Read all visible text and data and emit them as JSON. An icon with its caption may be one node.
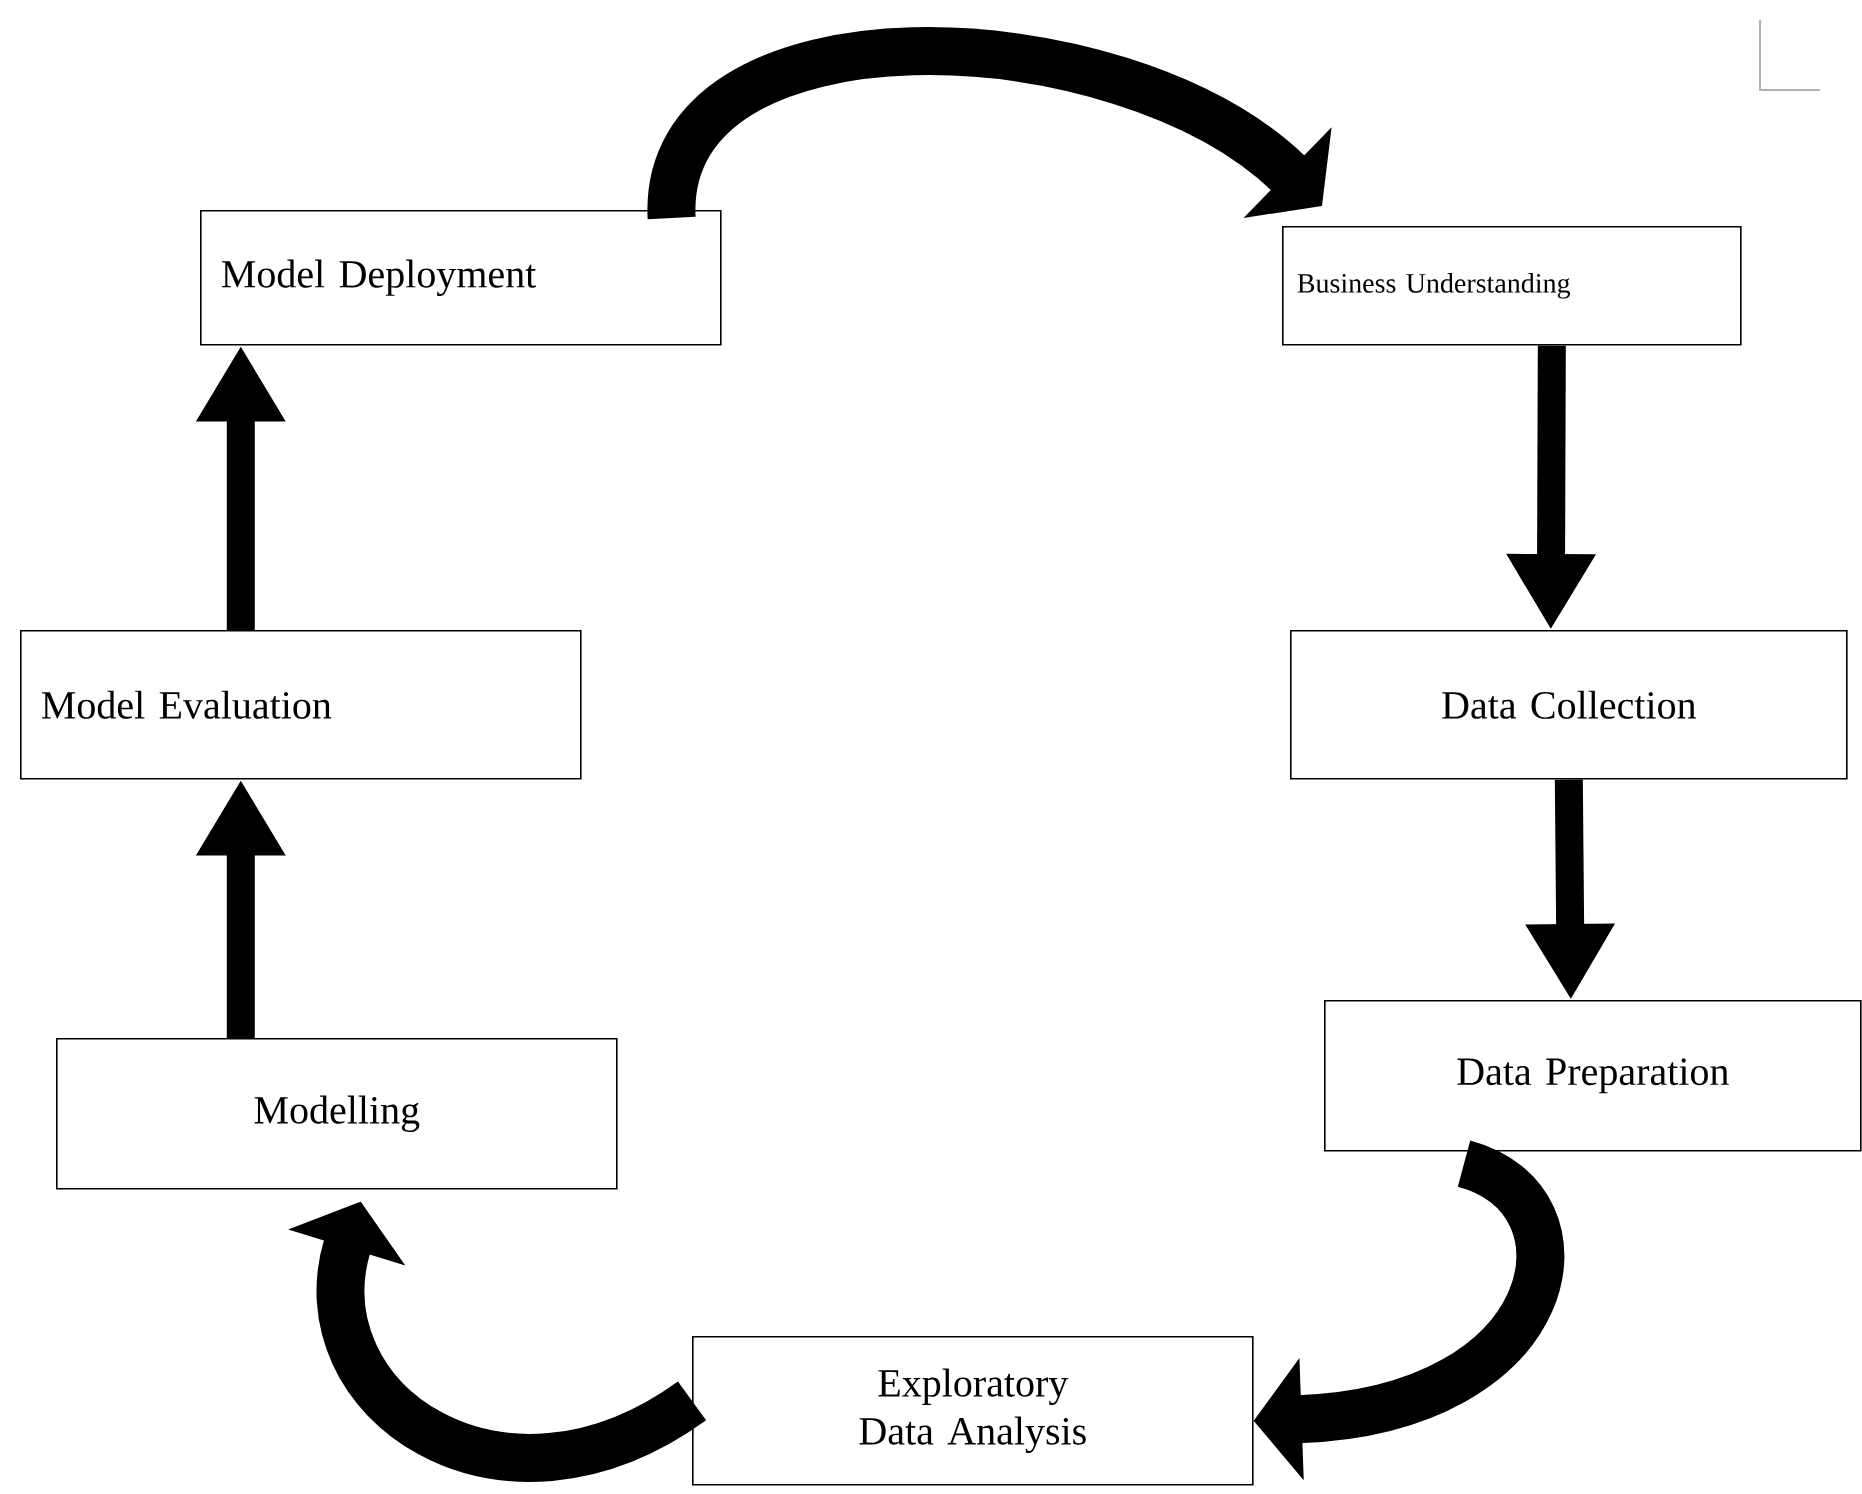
{
  "diagram": {
    "nodes": [
      {
        "text": [
          "Model Deployment"
        ]
      },
      {
        "text": [
          "Business Understanding"
        ]
      },
      {
        "text": [
          "Data Collection"
        ]
      },
      {
        "text": [
          "Data Preparation"
        ]
      },
      {
        "text": [
          "Exploratory Data Analysis"
        ]
      },
      {
        "text": [
          "Modelling"
        ]
      },
      {
        "text": [
          "Model Evaluation"
        ]
      }
    ],
    "edges": [
      {
        "from": 0,
        "to": 1,
        "arrow": "to"
      },
      {
        "from": 1,
        "to": 2,
        "arrow": "to"
      },
      {
        "from": 2,
        "to": 3,
        "arrow": "to"
      },
      {
        "from": 3,
        "to": 4,
        "arrow": "to"
      },
      {
        "from": 4,
        "to": 5,
        "arrow": "to"
      },
      {
        "from": 5,
        "to": 6,
        "arrow": "to"
      },
      {
        "from": 6,
        "to": 0,
        "arrow": "to"
      }
    ]
  }
}
